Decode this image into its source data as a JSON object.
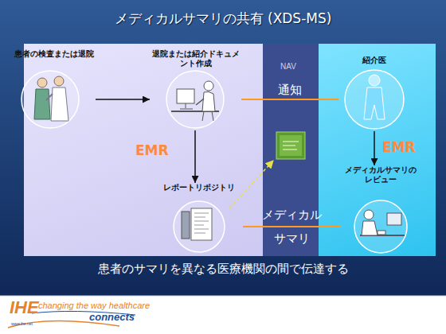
{
  "diagram": {
    "title": "メディカルサマリの共有 (XDS-MS)",
    "caption": "患者のサマリを異なる医療機関の間で伝達する",
    "nodes": [
      {
        "text": [
          "EMR"
        ]
      },
      {
        "text": [
          "患者の検査または退院"
        ],
        "in": 0
      },
      {
        "text": [
          "退院または紹介ドキュメ ント作成"
        ],
        "in": 0
      },
      {
        "text": [
          "レポートリポジトリ"
        ],
        "in": 0
      },
      {
        "text": [
          "EMR"
        ]
      },
      {
        "text": [
          "紹介医"
        ],
        "in": 4
      },
      {
        "text": [
          "メディカルサマリの レビュー"
        ],
        "in": 4
      }
    ],
    "edges": [
      {
        "from": 1,
        "to": 2,
        "arrow": "to"
      },
      {
        "from": 2,
        "to": 3,
        "arrow": "to"
      },
      {
        "from": 2,
        "to": 5,
        "arrow": "none",
        "label": "通知"
      },
      {
        "from": 5,
        "to": 6,
        "arrow": "to"
      },
      {
        "from": 3,
        "to": 6,
        "arrow": "none",
        "label": "メディカル サマリ"
      }
    ],
    "labels": [
      "NAV",
      "IHE",
      "changing the way healthcare",
      "connects",
      "www.ihe.net"
    ]
  }
}
